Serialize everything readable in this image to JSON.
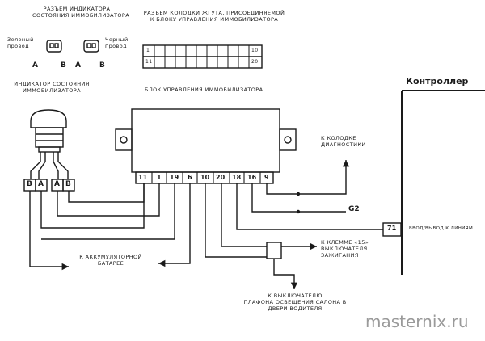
{
  "labels": {
    "indicator_connector_title": [
      "РАЗЪЕМ ИНДИКАТОРА",
      "СОСТОЯНИЯ ИММОБИЛИЗАТОРА"
    ],
    "harness_connector_title": [
      "РАЗЪЕМ КОЛОДКИ ЖГУТА, ПРИСОЕДИНЯЕМОЙ",
      "К БЛОКУ УПРАВЛЕНИЯ ИММОБИЛИЗАТОРА"
    ],
    "green_wire": [
      "Зеленый",
      "провод"
    ],
    "black_wire": [
      "Черный",
      "провод"
    ],
    "indicator_title": [
      "ИНДИКАТОР СОСТОЯНИЯ",
      "ИММОБИЛИЗАТОРА"
    ],
    "ecu_title": "БЛОК УПРАВЛЕНИЯ ИММОБИЛИЗАТОРА",
    "controller_title": "Контроллер",
    "diag_connector": [
      "К КОЛОДКЕ",
      "ДИАГНОСТИКИ"
    ],
    "input_output_line": "ВВОД/ВЫВОД К ЛИНИЯМ",
    "battery": [
      "К АККУМУЛЯТОРНОЙ",
      "БАТАРЕЕ"
    ],
    "ignition": [
      "К КЛЕММЕ «15»",
      "ВЫКЛЮЧАТЕЛЯ",
      "ЗАЖИГАНИЯ"
    ],
    "door_switch": [
      "К ВЫКЛЮЧАТЕЛЮ",
      "ПЛАФОНА ОСВЕЩЕНИЯ САЛОНА В",
      "ДВЕРИ ВОДИТЕЛЯ"
    ],
    "watermark": "masternix.ru"
  },
  "pins": {
    "ecu_pins": [
      "11",
      "1",
      "19",
      "6",
      "10",
      "20",
      "18",
      "16",
      "9"
    ],
    "harness_corner": [
      "1",
      "10",
      "11",
      "20"
    ],
    "indicator_letters": [
      "A",
      "B",
      "A",
      "B"
    ],
    "indicator_pins": [
      "B",
      "A",
      "A",
      "B"
    ],
    "controller_pin": "71",
    "g2": "G2"
  }
}
